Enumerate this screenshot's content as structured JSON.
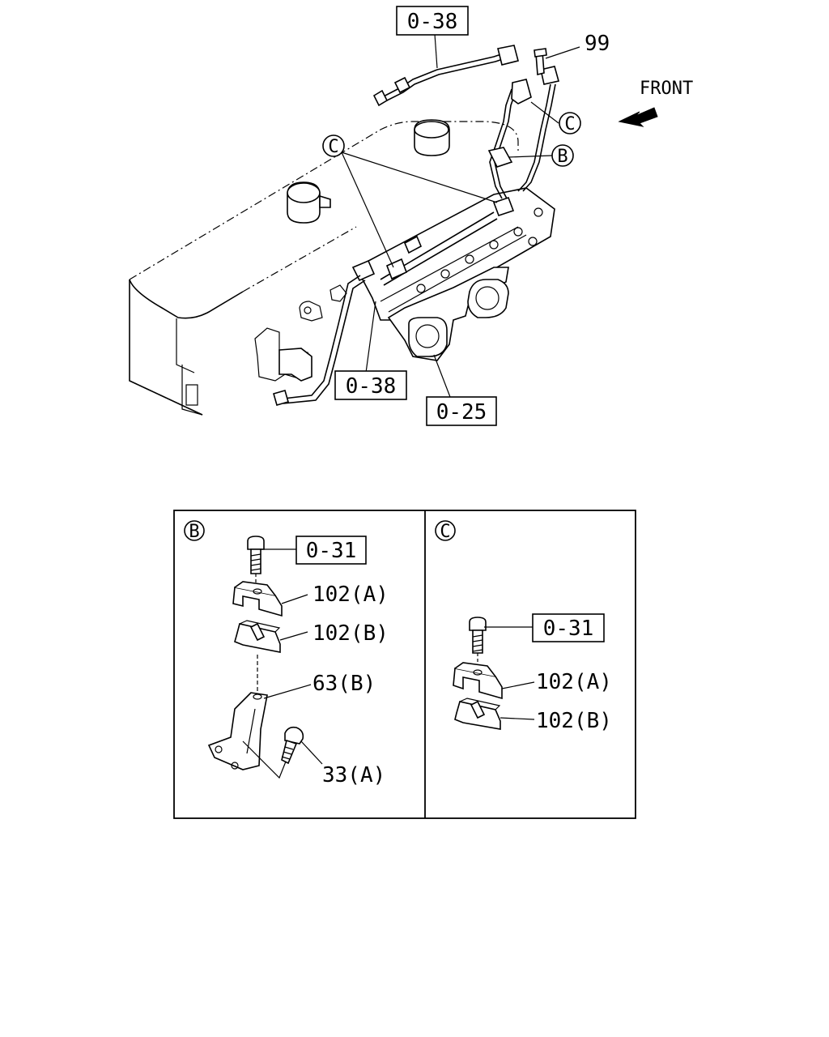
{
  "labels": {
    "ref_0_38_top": "0-38",
    "ref_0_38_bottom": "0-38",
    "ref_0_25": "0-25",
    "part_99": "99",
    "front": "FRONT",
    "callout_b": "B",
    "callout_c_right": "C",
    "callout_c_left": "C"
  },
  "panel_b": {
    "title": "B",
    "ref_0_31": "0-31",
    "part_102a": "102(A)",
    "part_102b": "102(B)",
    "part_63b": "63(B)",
    "part_33a": "33(A)"
  },
  "panel_c": {
    "title": "C",
    "ref_0_31": "0-31",
    "part_102a": "102(A)",
    "part_102b": "102(B)"
  }
}
